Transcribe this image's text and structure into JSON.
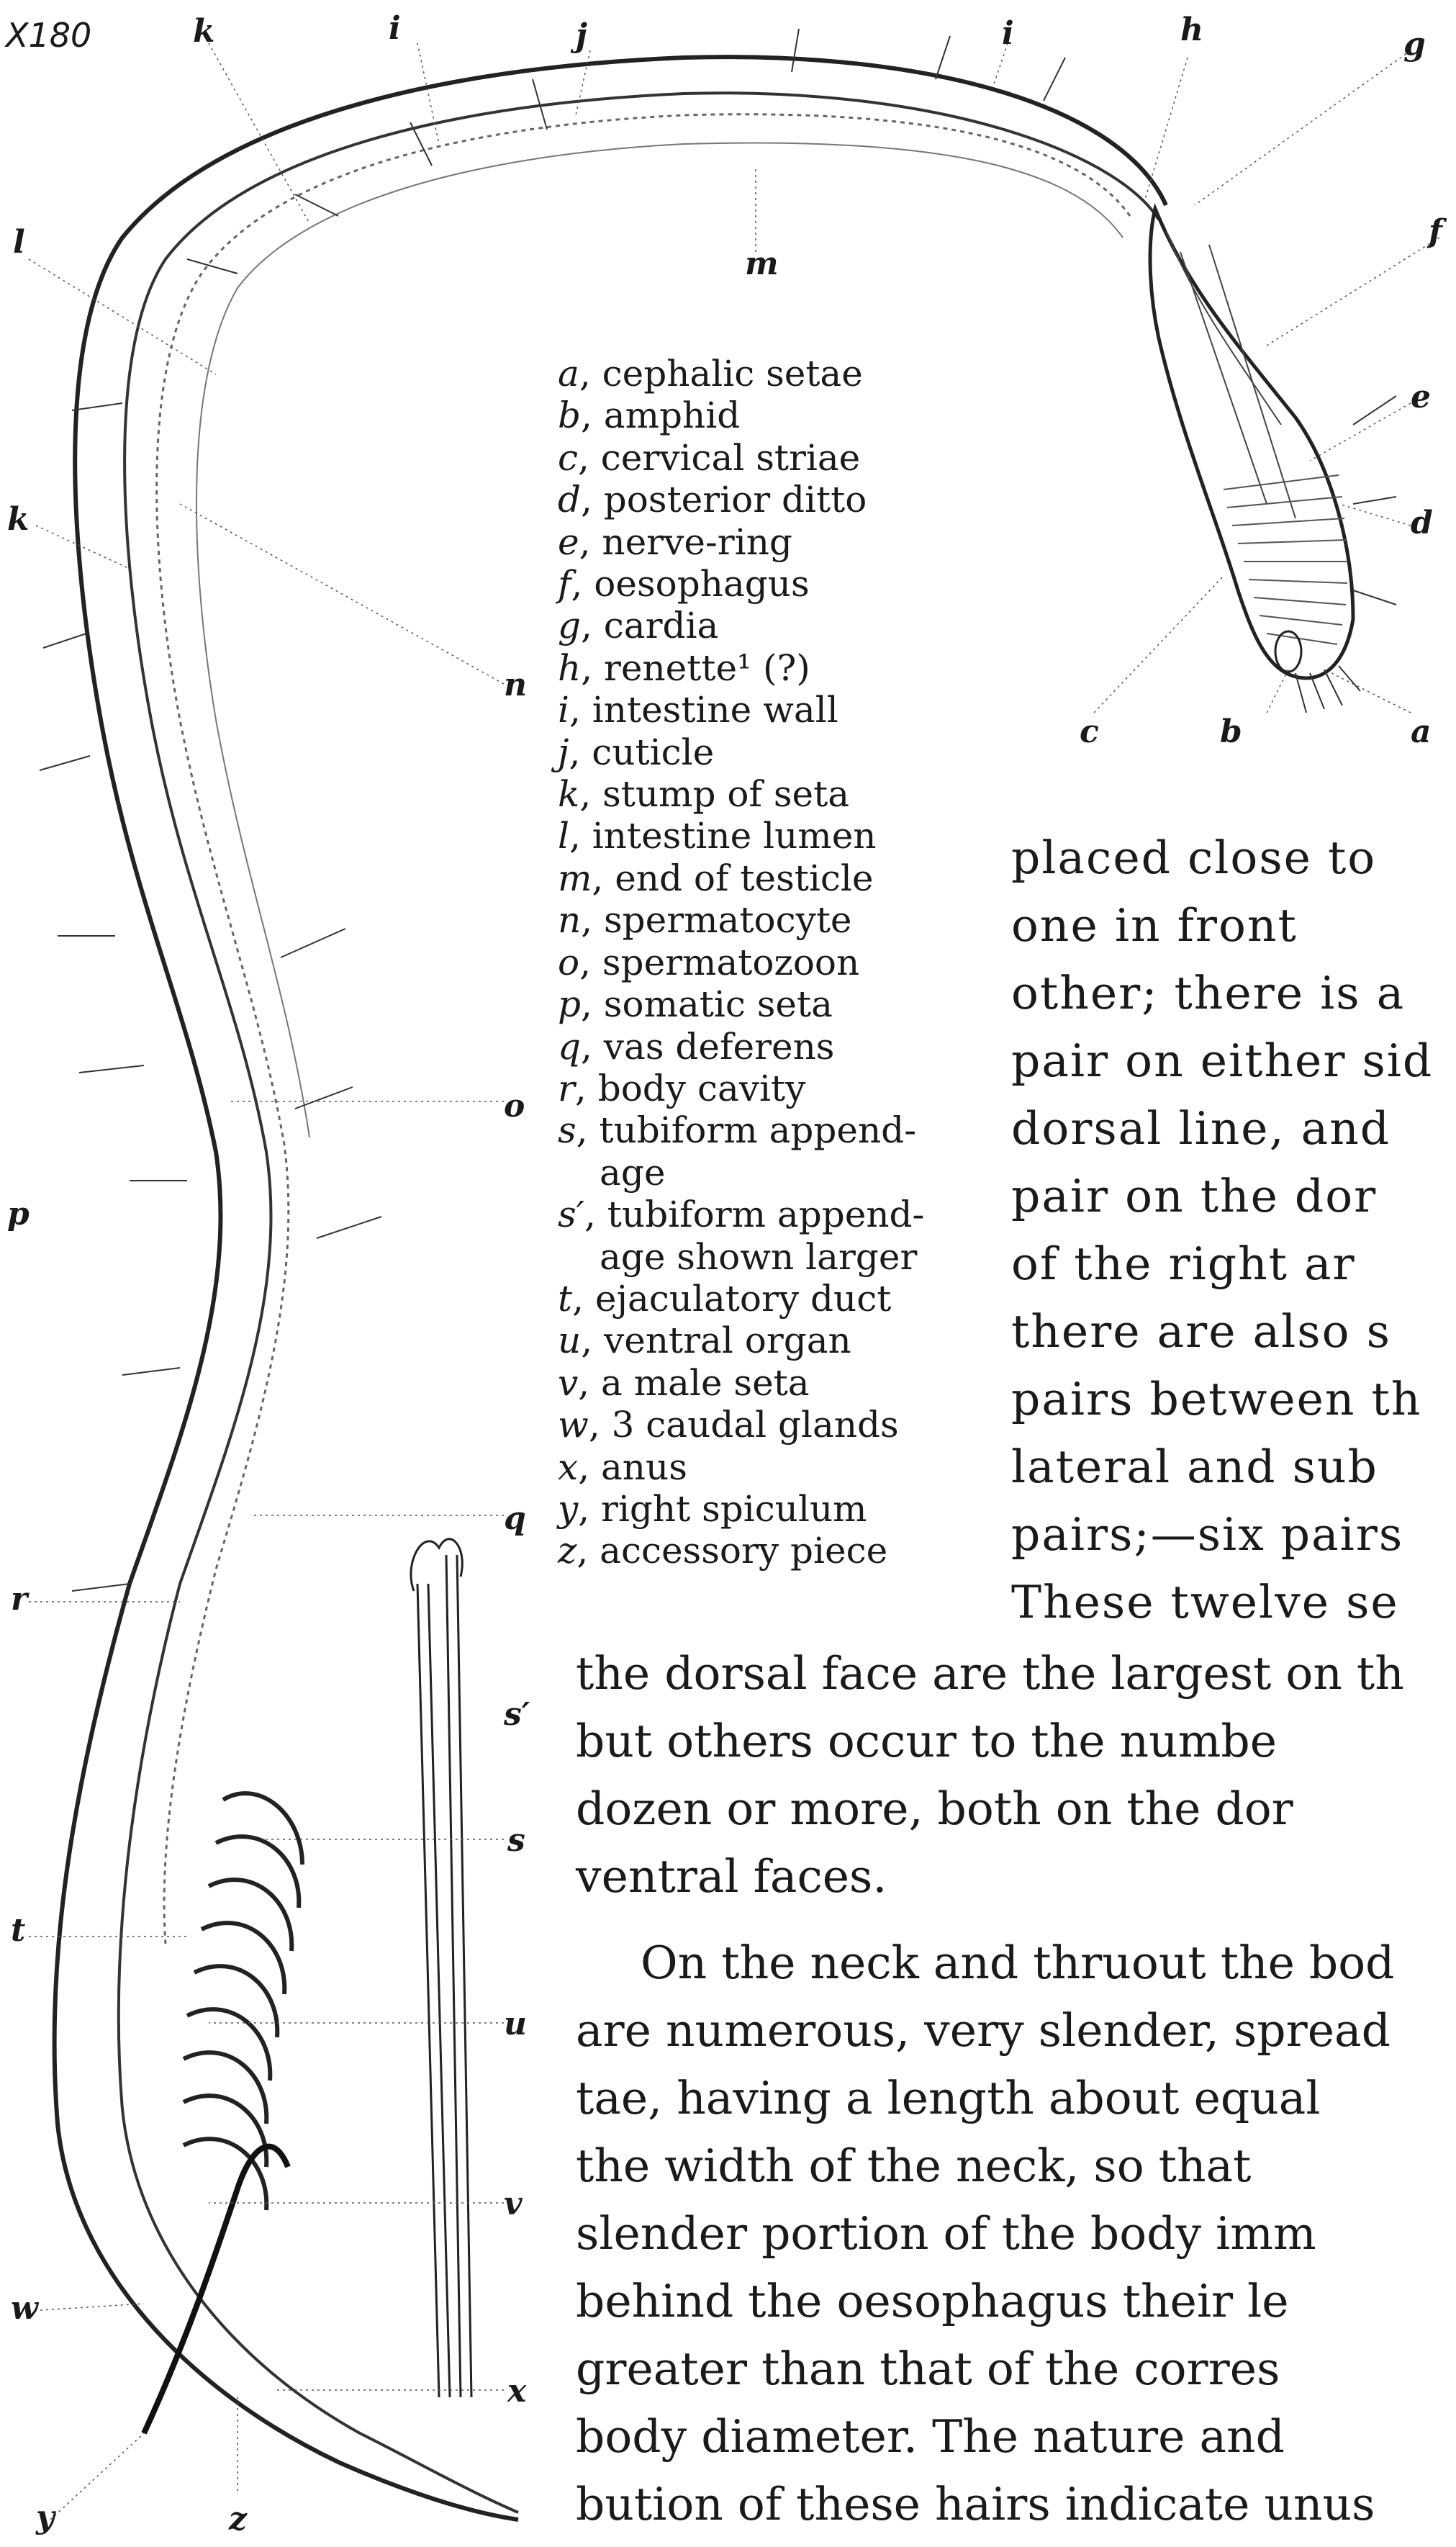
{
  "figure": {
    "scale": "X180",
    "callouts": {
      "a": "a",
      "b": "b",
      "c": "c",
      "d": "d",
      "e": "e",
      "f": "f",
      "g": "g",
      "h": "h",
      "i": "i",
      "j": "j",
      "k": "k",
      "l": "l",
      "m": "m",
      "n": "n",
      "o": "o",
      "p": "p",
      "q": "q",
      "r": "r",
      "s": "s",
      "s_prime": "s′",
      "t": "t",
      "u": "u",
      "v": "v",
      "w": "w",
      "x": "x",
      "y": "y",
      "z": "z"
    }
  },
  "legend": [
    {
      "key": "a",
      "text": ", cephalic setae"
    },
    {
      "key": "b",
      "text": ", amphid"
    },
    {
      "key": "c",
      "text": ", cervical striae"
    },
    {
      "key": "d",
      "text": ", posterior ditto"
    },
    {
      "key": "e",
      "text": ", nerve-ring"
    },
    {
      "key": "f",
      "text": ", oesophagus"
    },
    {
      "key": "g",
      "text": ", cardia"
    },
    {
      "key": "h",
      "text": ", renette¹ (?)"
    },
    {
      "key": "i",
      "text": ", intestine wall"
    },
    {
      "key": "j",
      "text": ", cuticle"
    },
    {
      "key": "k",
      "text": ", stump of seta"
    },
    {
      "key": "l",
      "text": ", intestine lumen"
    },
    {
      "key": "m",
      "text": ", end of testicle"
    },
    {
      "key": "n",
      "text": ", spermatocyte"
    },
    {
      "key": "o",
      "text": ", spermatozoon"
    },
    {
      "key": "p",
      "text": ", somatic seta"
    },
    {
      "key": "q",
      "text": ", vas deferens"
    },
    {
      "key": "r",
      "text": ", body cavity"
    },
    {
      "key": "s",
      "text": ", tubiform append-"
    },
    {
      "key": "",
      "text": "age"
    },
    {
      "key": "s′",
      "text": ", tubiform append-"
    },
    {
      "key": "",
      "text": "age shown larger"
    },
    {
      "key": "t",
      "text": ", ejaculatory duct"
    },
    {
      "key": "u",
      "text": ", ventral organ"
    },
    {
      "key": "v",
      "text": ", a male seta"
    },
    {
      "key": "w",
      "text": ", 3 caudal glands"
    },
    {
      "key": "x",
      "text": ", anus"
    },
    {
      "key": "y",
      "text": ", right spiculum"
    },
    {
      "key": "z",
      "text": ", accessory piece"
    }
  ],
  "body_text": {
    "column_lines": [
      "placed close to",
      "one in front",
      "other; there is a",
      "pair on either sid",
      "dorsal line, and",
      "pair on the dor",
      "of the right ar",
      "there are also s",
      "pairs between th",
      "lateral and sub",
      "pairs;—six pairs",
      "These twelve se"
    ],
    "wide_lines": [
      "the dorsal face are the largest on th",
      "but others occur to the numbe",
      "dozen or more, both on the dor",
      "ventral faces."
    ],
    "para2_lines": [
      "On the neck and thruout the bod",
      "are numerous, very slender, spread",
      "tae, having a length about equal",
      "the width of the neck, so that",
      "slender portion of the body imm",
      "behind the oesophagus their le",
      "greater than that of the corres",
      "body diameter. The nature and",
      "bution of these hairs indicate unus"
    ]
  }
}
